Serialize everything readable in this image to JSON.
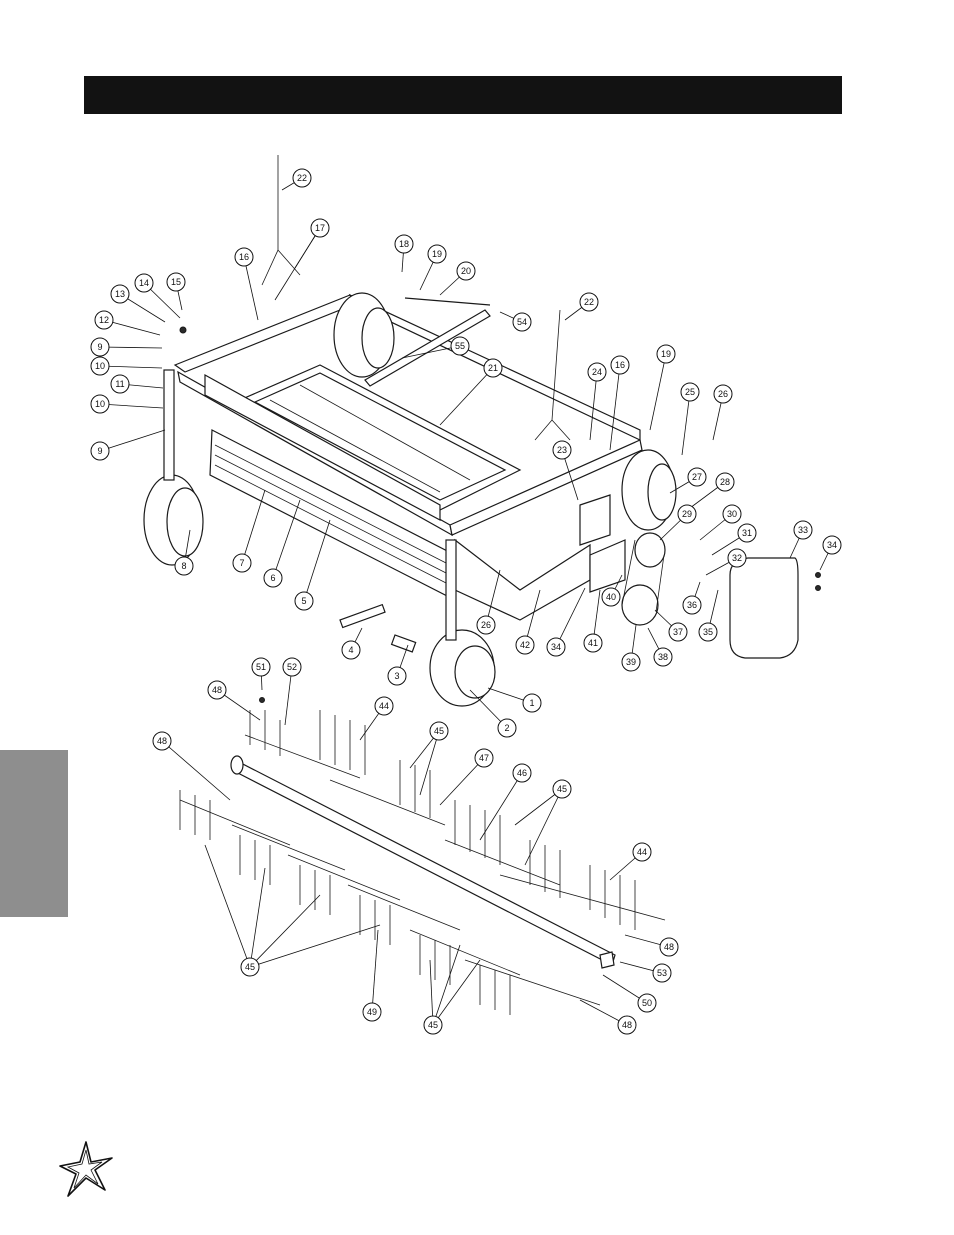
{
  "header": {
    "color": "#121212"
  },
  "side_tab": {
    "color": "#8e8e8e"
  },
  "logo": {
    "icon": "star-logo-icon"
  },
  "callouts": [
    "1",
    "2",
    "3",
    "4",
    "5",
    "6",
    "7",
    "8",
    "9",
    "9",
    "10",
    "10",
    "11",
    "12",
    "13",
    "14",
    "15",
    "16",
    "16",
    "17",
    "18",
    "19",
    "19",
    "20",
    "21",
    "22",
    "22",
    "23",
    "24",
    "25",
    "26",
    "26",
    "27",
    "28",
    "29",
    "30",
    "31",
    "32",
    "33",
    "34",
    "34",
    "35",
    "36",
    "37",
    "38",
    "39",
    "40",
    "41",
    "42",
    "44",
    "44",
    "45",
    "45",
    "45",
    "45",
    "46",
    "47",
    "48",
    "48",
    "48",
    "48",
    "49",
    "50",
    "51",
    "52",
    "53",
    "54",
    "55"
  ]
}
